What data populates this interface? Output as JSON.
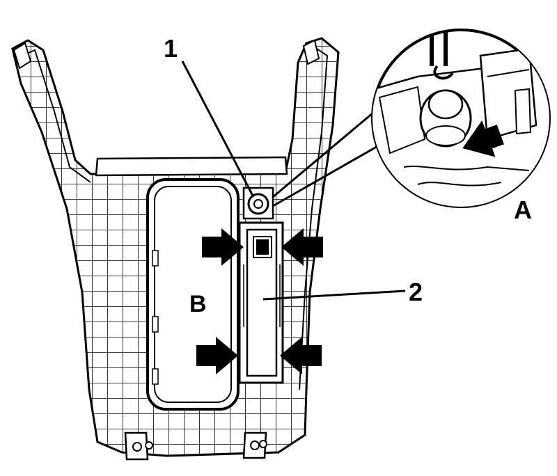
{
  "diagram": {
    "callouts": {
      "one": "1",
      "two": "2",
      "a": "A",
      "b": "B"
    },
    "icons": {
      "press_arrow": "arrow-right-icon",
      "detail_arrow": "arrow-left-icon"
    },
    "colors": {
      "ink": "#000000",
      "paper": "#ffffff"
    }
  }
}
